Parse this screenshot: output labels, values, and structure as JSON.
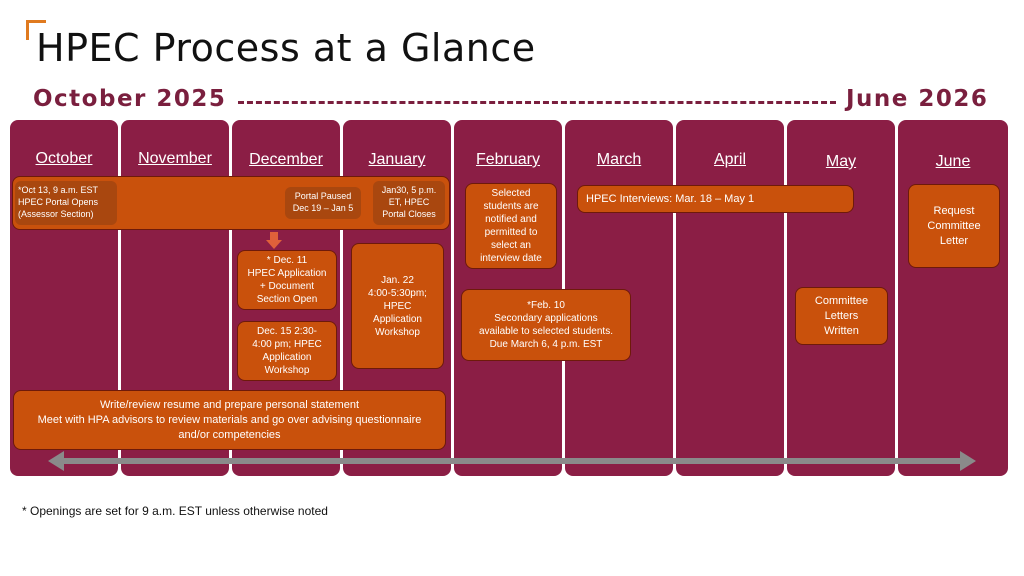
{
  "title": "HPEC Process at a Glance",
  "range": {
    "start": "October 2025",
    "end": "June 2026"
  },
  "months": [
    "October",
    "November",
    "December",
    "January",
    "February",
    "March",
    "April",
    "May",
    "June"
  ],
  "events": {
    "oct_portal_open": "*Oct 13, 9 a.m. EST\nHPEC Portal Opens\n(Assessor Section)",
    "portal_paused": "Portal Paused\nDec 19 – Jan 5",
    "jan_portal_closes": "Jan30, 5 p.m.\nET, HPEC\nPortal Closes",
    "dec_app_open": "* Dec. 11\nHPEC Application\n+ Document\nSection Open",
    "dec_workshop": "Dec. 15  2:30-\n4:00 pm;  HPEC\nApplication\nWorkshop",
    "jan_workshop": "Jan. 22\n4:00-5:30pm;\nHPEC\nApplication\nWorkshop",
    "feb_selected": "Selected\nstudents are\nnotified and\npermitted to\nselect an\ninterview date",
    "feb_secondary": "*Feb. 10\nSecondary applications\navailable to selected students.\nDue March 6, 4 p.m. EST",
    "interviews": "HPEC Interviews: Mar. 18 – May 1",
    "may_letters": "Committee\nLetters\nWritten",
    "june_request": "Request\nCommittee\nLetter",
    "resume": "Write/review resume and prepare personal statement\nMeet with HPA advisors to review materials and go over advising questionnaire\nand/or competencies"
  },
  "footnote": "* Openings are set for 9 a.m. EST unless otherwise noted",
  "colors": {
    "column": "#8b1e45",
    "box": "#c9510c",
    "accent": "#e07a1f",
    "arrow": "#8a8a8a"
  }
}
